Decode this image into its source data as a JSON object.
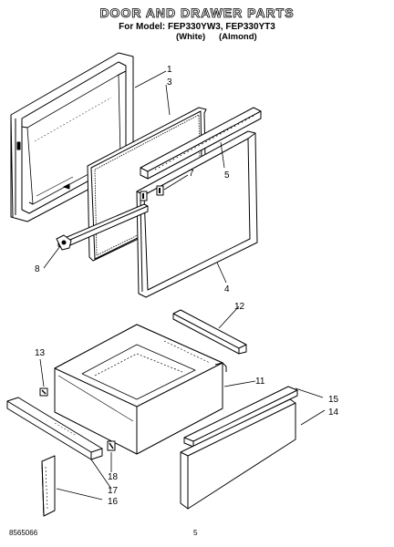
{
  "header": {
    "title": "DOOR AND DRAWER PARTS",
    "model_line": "For Model: FEP330YW3, FEP330YT3",
    "variant_white": "(White)",
    "variant_almond": "(Almond)"
  },
  "callouts": [
    "1",
    "3",
    "7",
    "5",
    "8",
    "4",
    "12",
    "13",
    "11",
    "15",
    "14",
    "18",
    "17",
    "16"
  ],
  "footer": {
    "doc_number": "8565066",
    "page_number": "5"
  }
}
